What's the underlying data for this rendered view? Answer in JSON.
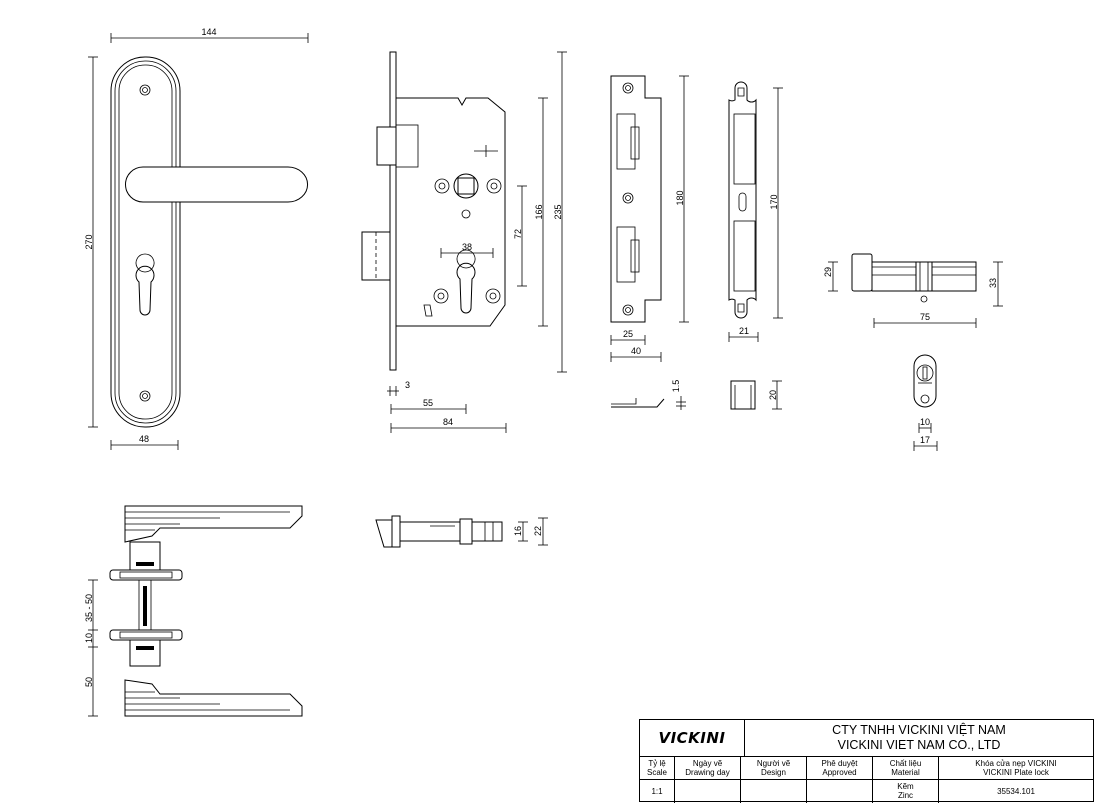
{
  "dimensions": {
    "handle_width": "144",
    "plate_height": "270",
    "plate_width": "48",
    "backset_38": "38",
    "center_72": "72",
    "body_166": "166",
    "body_235": "235",
    "faceplate_3": "3",
    "depth_55": "55",
    "depth_84": "84",
    "strike_180": "180",
    "strike_25": "25",
    "strike_40": "40",
    "strike_15": "1.5",
    "keeper_170": "170",
    "keeper_21": "21",
    "keeper_20": "20",
    "cyl_29": "29",
    "cyl_33": "33",
    "cyl_75": "75",
    "cyl_10": "10",
    "cyl_17": "17",
    "bolt_16": "16",
    "bolt_22": "22",
    "door_range": "35 - 50",
    "side_10": "10",
    "side_50": "50"
  },
  "title_block": {
    "logo": "VICKINI",
    "company_vn": "CTY TNHH VICKINI VIỆT NAM",
    "company_en": "VICKINI VIET NAM CO., LTD",
    "headers": [
      {
        "vn": "Tỷ lệ",
        "en": "Scale"
      },
      {
        "vn": "Ngày vẽ",
        "en": "Drawing day"
      },
      {
        "vn": "Người vẽ",
        "en": "Design"
      },
      {
        "vn": "Phê duyệt",
        "en": "Approved"
      },
      {
        "vn": "Chất liệu",
        "en": "Material"
      },
      {
        "vn": "Khóa cửa nẹp VICKINI",
        "en": "VICKINI Plate lock"
      }
    ],
    "values": {
      "scale": "1:1",
      "drawing_day": "",
      "design": "",
      "approved": "",
      "material_vn": "Kẽm",
      "material_en": "Zinc",
      "code": "35534.101"
    }
  }
}
